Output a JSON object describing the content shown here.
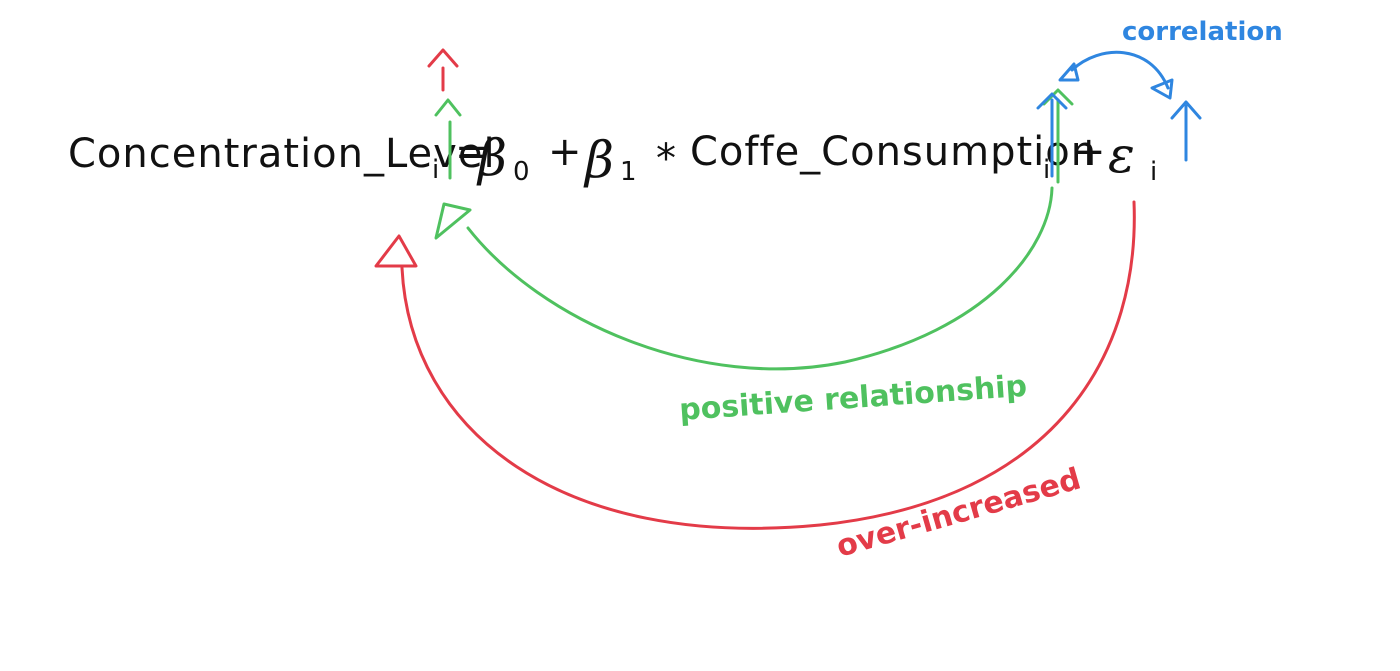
{
  "equation": {
    "lhs": "Concentration_Level",
    "lhs_sub": "i",
    "equals": "=",
    "beta0": "β",
    "beta0_sub": "0",
    "plus1": "+",
    "beta1": "β",
    "beta1_sub": "1",
    "times": "*",
    "regressor": "Coffe_Consumption",
    "regressor_sub": "i",
    "plus2": "+",
    "error": "ε",
    "error_sub": "i"
  },
  "annotations": {
    "correlation": "correlation",
    "positive_relationship": "positive relationship",
    "over_increased": "over-increased"
  },
  "colors": {
    "ink": "#111111",
    "green": "#4fc15f",
    "red": "#e33b48",
    "blue": "#2f86e0"
  }
}
